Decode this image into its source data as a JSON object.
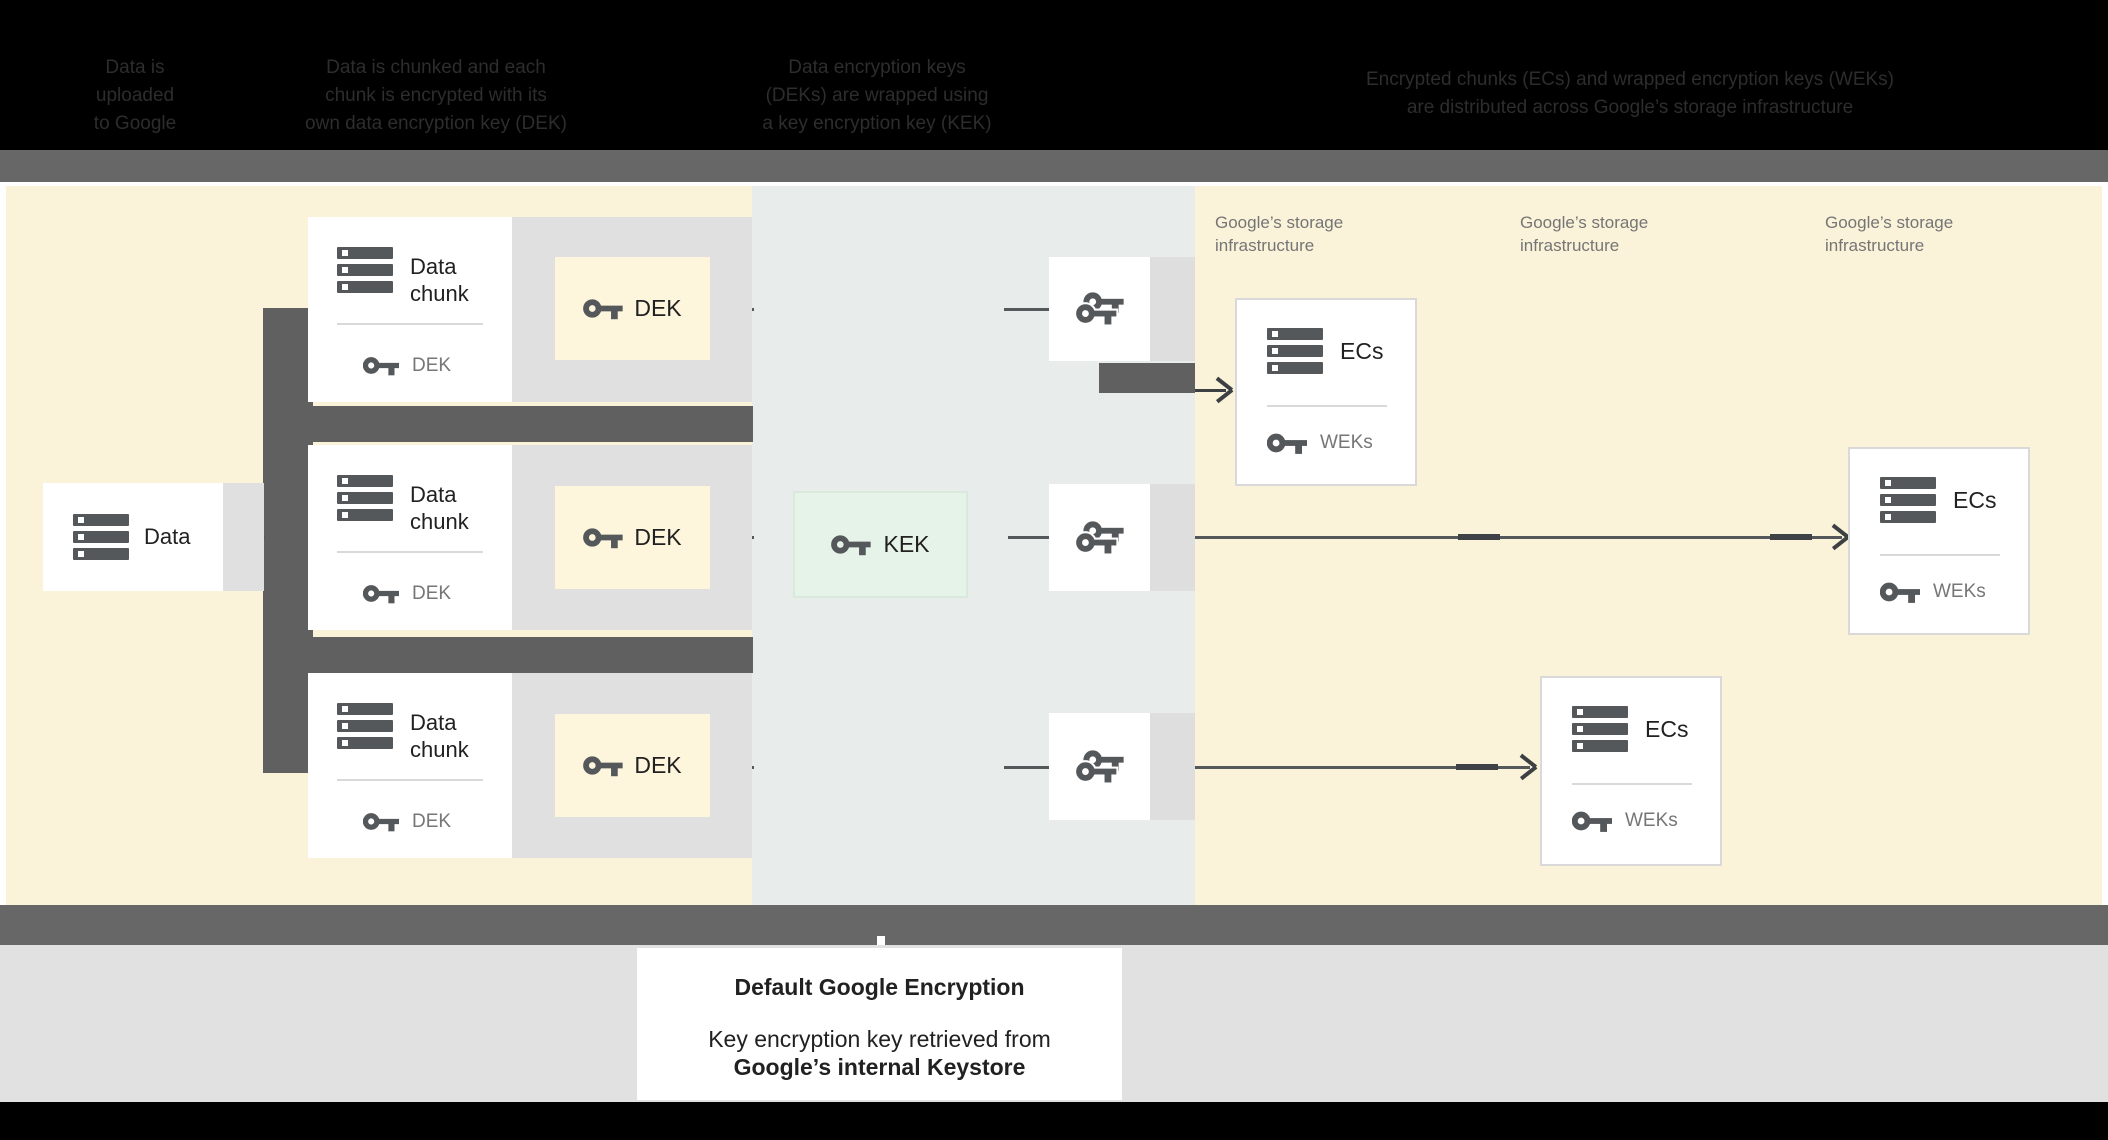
{
  "header": {
    "steps": [
      {
        "lines": [
          "Data is",
          "uploaded",
          "to Google"
        ]
      },
      {
        "lines": [
          "Data is chunked and each",
          "chunk is encrypted with its",
          "own data encryption key (DEK)"
        ]
      },
      {
        "lines": [
          "Data encryption keys",
          "(DEKs) are wrapped using",
          "a key encryption key (KEK)"
        ]
      },
      {
        "lines": [
          "Encrypted chunks (ECs) and wrapped encryption keys (WEKs)",
          "are distributed across Google’s storage infrastructure"
        ]
      }
    ]
  },
  "diagram": {
    "data_label": "Data",
    "chunk_label": "Data chunk",
    "chunk_key_label": "DEK",
    "dek_label": "DEK",
    "kek_label": "KEK",
    "ecs_label": "ECs",
    "weks_label": "WEKs",
    "storage_label": "Google’s storage infrastructure",
    "icons": {
      "data": "server-icon",
      "key": "key-icon",
      "wrapped_key": "double-key-icon"
    }
  },
  "caption": {
    "title": "Default Google Encryption",
    "body_line1": "Key encryption key retrieved from",
    "body_line2": "Google’s internal Keystore"
  },
  "colors": {
    "cream_bg": "#faf3d9",
    "keystore_column_bg": "#e8edec",
    "row_band_gray": "#e0e0e0",
    "connector_dark_gray": "#606060",
    "kek_green": "#e6f3e9",
    "icon_gray": "#55585b",
    "muted_text": "#757575",
    "header_text": "#2d2d2d",
    "footer_bg": "#e1e1e1",
    "page_band_gray": "#676767"
  }
}
